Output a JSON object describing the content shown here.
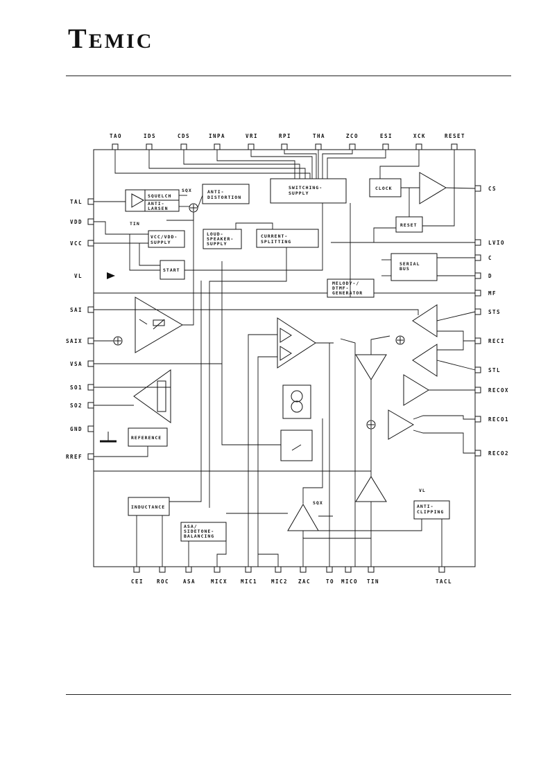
{
  "header": {
    "logo_initial": "T",
    "logo_rest": "EMIC"
  },
  "pins": {
    "top": [
      "TAO",
      "IDS",
      "CDS",
      "INPA",
      "VRI",
      "RPI",
      "THA",
      "ZCO",
      "ESI",
      "XCK",
      "RESET"
    ],
    "left": [
      "TAL",
      "VDD",
      "VCC",
      "VL",
      "SAI",
      "SAIX",
      "VSA",
      "SO1",
      "SO2",
      "GND",
      "RREF"
    ],
    "right": [
      "CS",
      "LVIO",
      "C",
      "D",
      "MF",
      "STS",
      "RECI",
      "STL",
      "RECOX",
      "RECO1",
      "RECO2"
    ],
    "bottom": [
      "CEI",
      "ROC",
      "ASA",
      "MICX",
      "MIC1",
      "MIC2",
      "ZAC",
      "TO",
      "MICO",
      "TIN",
      "TACL"
    ]
  },
  "blocks": {
    "squelch": "SQUELCH",
    "anti_larsen": [
      "ANTI-",
      "LARSEN"
    ],
    "sqx": "SQX",
    "tin": "TIN",
    "anti_distortion": [
      "ANTI-",
      "DISTORTION"
    ],
    "switching_supply": [
      "SWITCHING-",
      "SUPPLY"
    ],
    "clock": "CLOCK",
    "reset": "RESET",
    "vcc_vdd_supply": [
      "VCC/VDD-",
      "SUPPLY"
    ],
    "loudspeaker_supply": [
      "LOUD-",
      "SPEAKER-",
      "SUPPLY"
    ],
    "current_splitting": [
      "CURRENT-",
      "SPLITTING"
    ],
    "start": "START",
    "serial_bus": [
      "SERIAL",
      "BUS"
    ],
    "melody_dtmf": [
      "MELODY-/",
      "DTMF-",
      "GENERATOR"
    ],
    "reference": "REFERENCE",
    "inductance": "INDUCTANCE",
    "asa_sidetone": [
      "ASA/",
      "SIDETONE-",
      "BALANCING"
    ],
    "sqx2": "SQX",
    "vl": "VL",
    "anti_clipping": [
      "ANTI-",
      "CLIPPING"
    ]
  }
}
